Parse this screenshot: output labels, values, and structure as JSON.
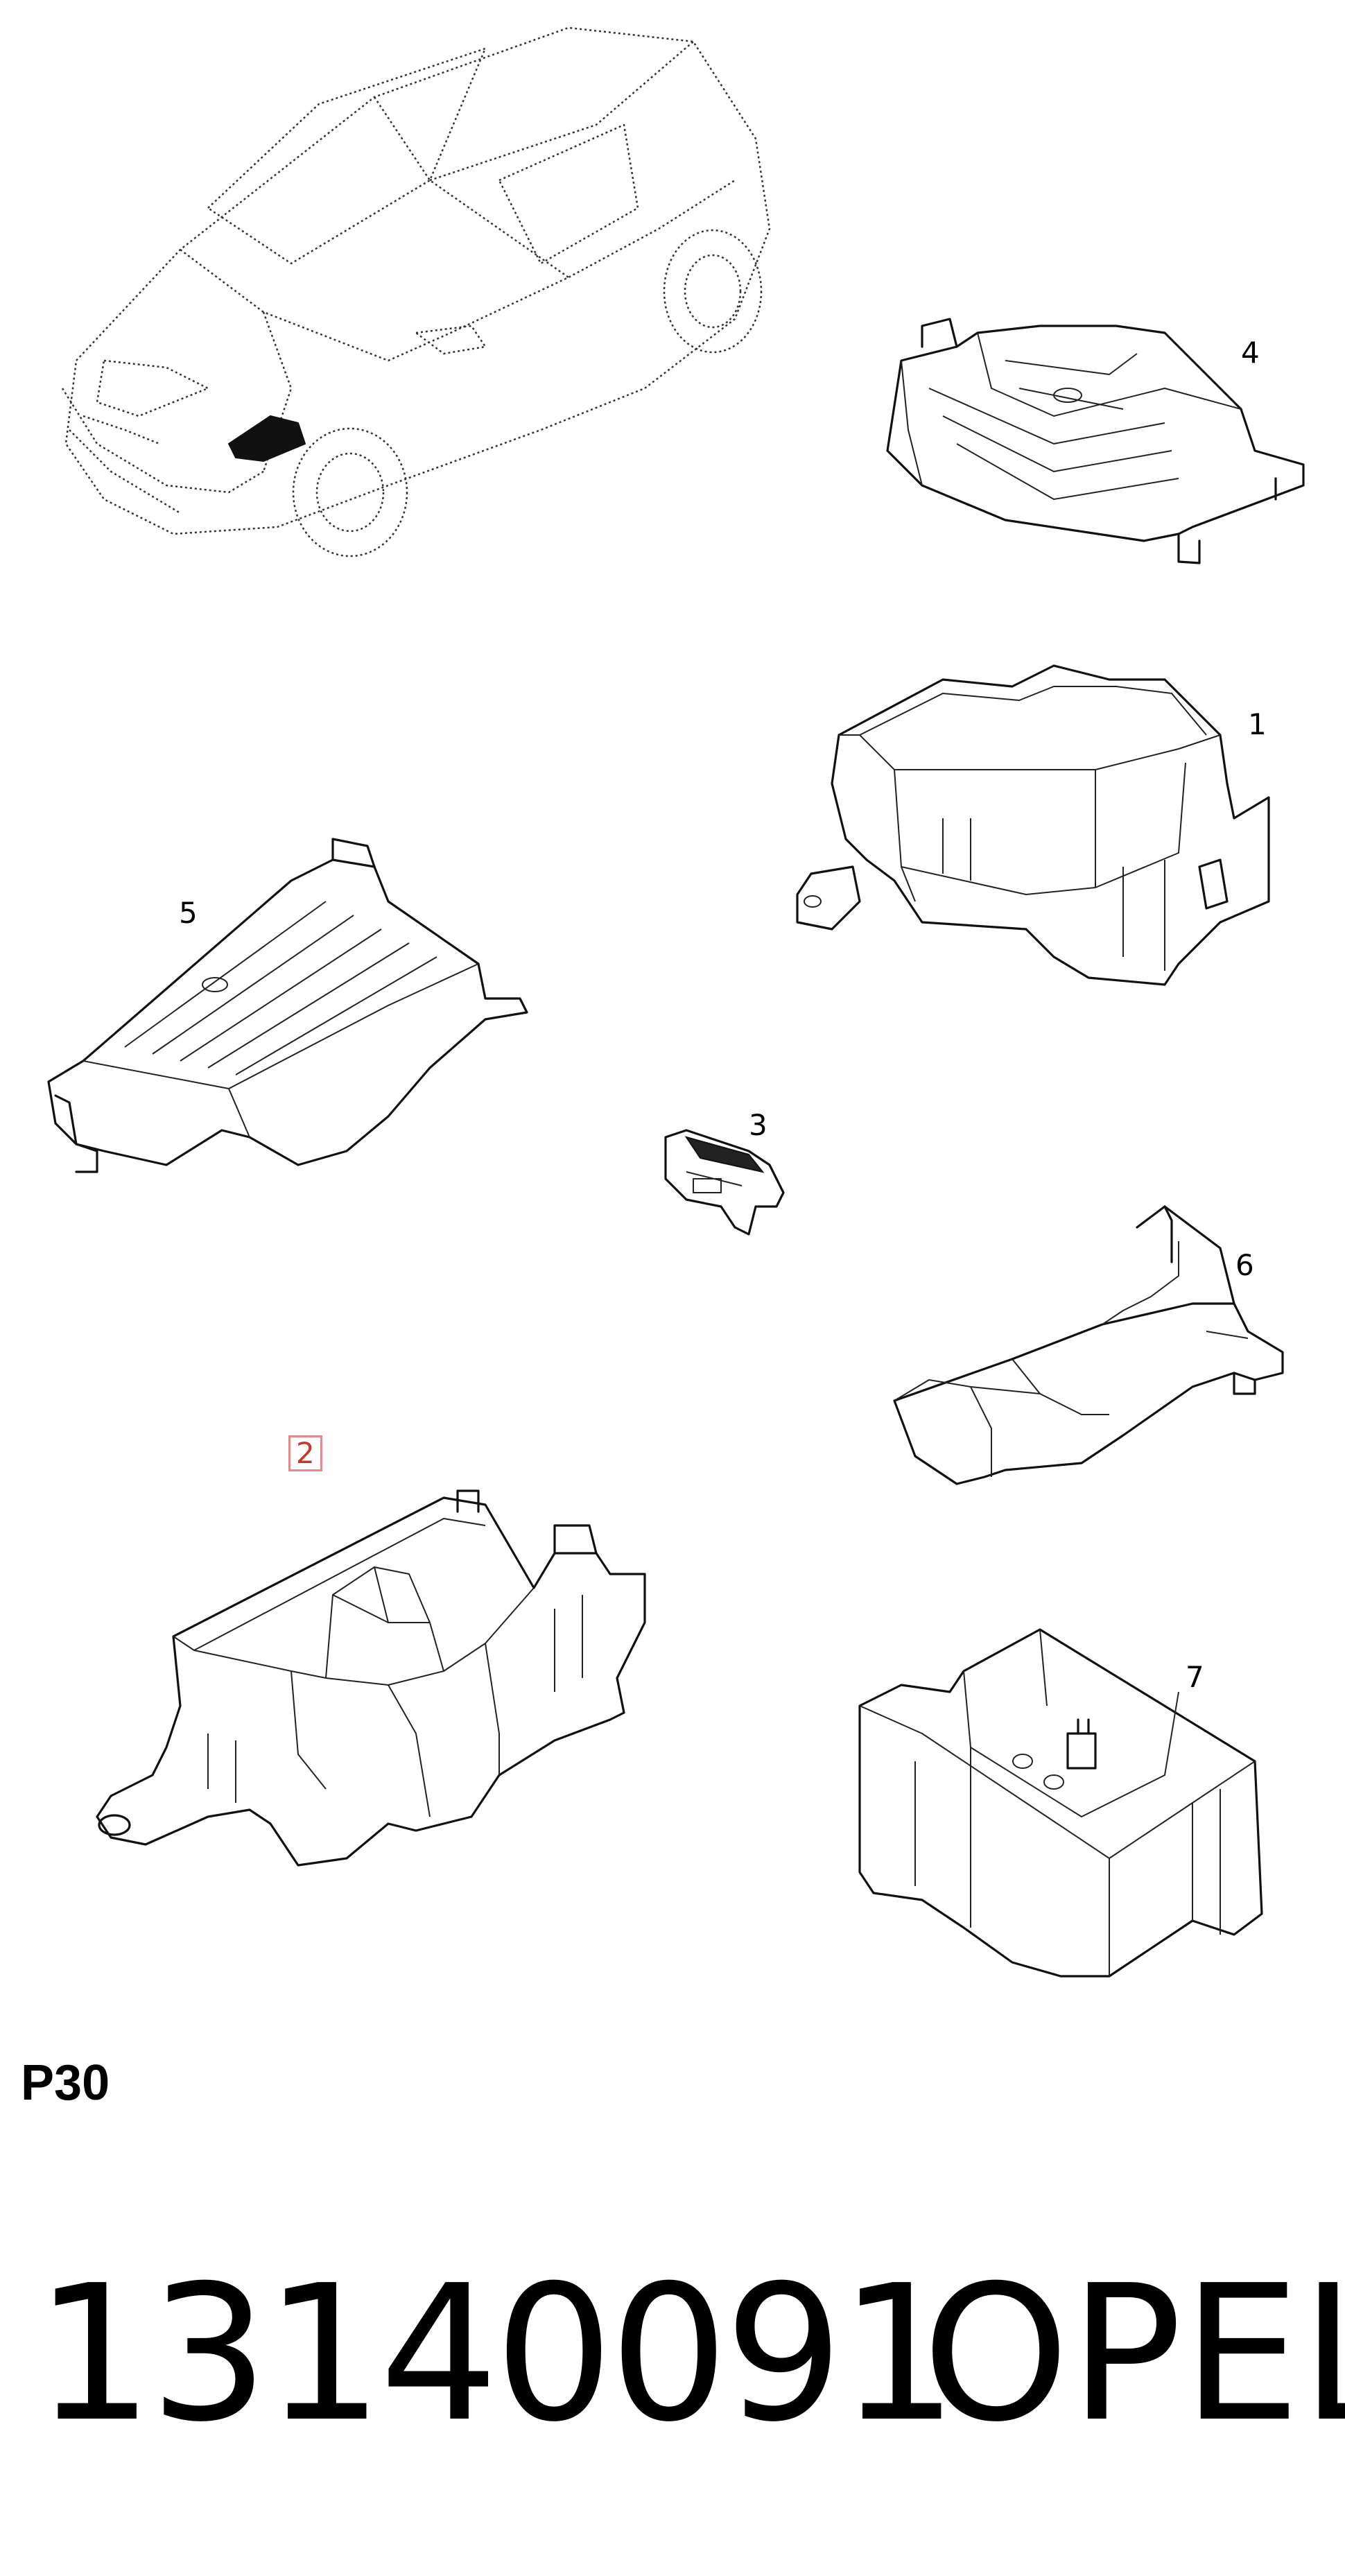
{
  "callouts": {
    "part1": "1",
    "part2": "2",
    "part3": "3",
    "part4": "4",
    "part5": "5",
    "part6": "6",
    "part7": "7"
  },
  "footer": {
    "page_code": "P30",
    "part_number": "13140091",
    "brand": "OPEL"
  }
}
